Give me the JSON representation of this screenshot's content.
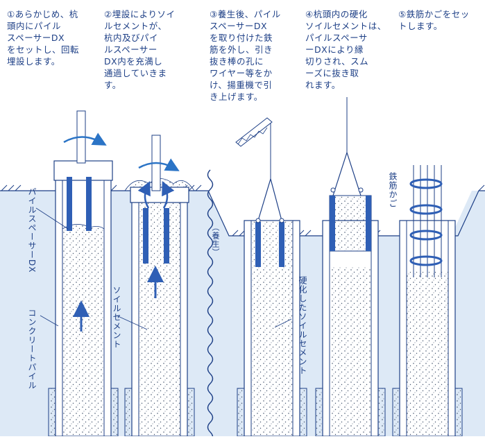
{
  "steps": [
    {
      "num": "①",
      "text": "あらかじめ、杭頭内にパイルスペーサーDXをセットし、回転埋設します。",
      "lines": [
        "①あらかじめ、杭",
        "頭内にパイル",
        "スペーサーDX",
        "をセットし、回転",
        "埋設します。"
      ]
    },
    {
      "num": "②",
      "text": "埋設によりソイルセメントが、杭内及びパイルスペーサーDX内を充満し通過していきます。",
      "lines": [
        "②埋設によりソイ",
        "ルセメントが、",
        "杭内及びパイ",
        "ルスペーサー",
        "DX内を充満し",
        "通過していきま",
        "す。"
      ]
    },
    {
      "num": "③",
      "text": "養生後、パイルスペーサーDXを取り付けた鉄筋を外し、引き抜き棒の孔にワイヤー等をかけ、揚重機で引き上げます。",
      "lines": [
        "③養生後、パイル",
        "スペーサーDX",
        "を取り付けた鉄",
        "筋を外し、引き",
        "抜き棒の孔に",
        "ワイヤー等をか",
        "け、揚重機で引",
        "き上げます。"
      ]
    },
    {
      "num": "④",
      "text": "杭頭内の硬化ソイルセメントは、パイルスペーサーDXにより縁切りされ、スムーズに抜き取れます。",
      "lines": [
        "④杭頭内の硬化",
        "ソイルセメントは、",
        "パイルスペーサ",
        "ーDXにより縁",
        "切りされ、スム",
        "ーズに抜き取",
        "れます。"
      ]
    },
    {
      "num": "⑤",
      "text": "鉄筋かごをセットします。",
      "lines": [
        "⑤鉄筋かごをセッ",
        "トします。"
      ]
    }
  ],
  "labels": {
    "pile_spacer": "パイルスペーサーDX",
    "concrete_pile": "コンクリートパイル",
    "soil_cement": "ソイルセメント",
    "curing": "（養生）",
    "hardened_soil_cement": "硬化したソイルセメント",
    "rebar_cage": "鉄筋かご"
  },
  "colors": {
    "ink": "#1d3f86",
    "sky": "#e9f1fa",
    "ground": "#d9e7f6",
    "spacer": "#2f5fb5",
    "rotation_arrow": "#2b74c6"
  }
}
